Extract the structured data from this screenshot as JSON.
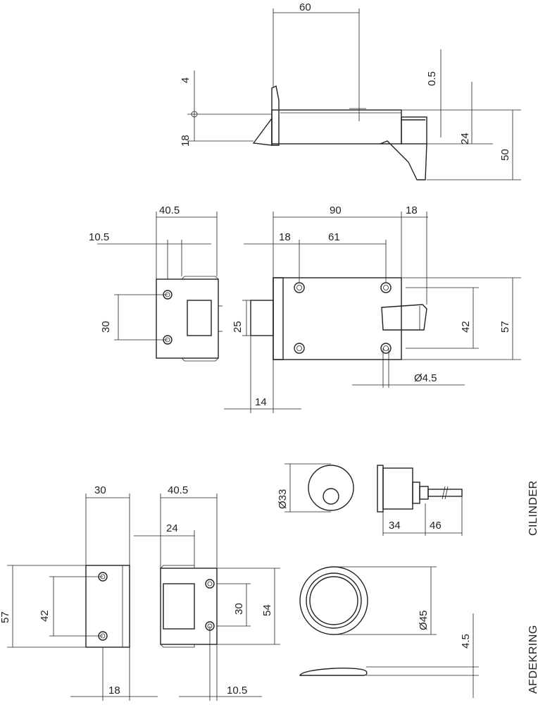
{
  "side_view": {
    "dim_width": "60",
    "dim_height_total": "50",
    "dim_upper_gap": "0.5",
    "dim_latch_height": "24",
    "dim_plate_thickness": "4",
    "dim_plate_offset": "18"
  },
  "front_view": {
    "keeper_width": "40.5",
    "keeper_offset": "10.5",
    "keeper_hole_spacing": "30",
    "body_width": "90",
    "latch_projection": "18",
    "hole_offset_left": "18",
    "hole_spacing": "61",
    "cylinder_width": "25",
    "body_height": "57",
    "hole_spacing_vertical": "42",
    "hole_diameter": "Ø4.5",
    "flange_depth": "14"
  },
  "keeper_views": {
    "keeper_a_width": "30",
    "keeper_a_height": "57",
    "keeper_a_hole_spacing": "42",
    "keeper_a_depth": "18",
    "keeper_b_width": "40.5",
    "keeper_b_inner": "24",
    "keeper_b_hole_spacing": "30",
    "keeper_b_height": "54",
    "keeper_b_offset": "10.5"
  },
  "cylinder": {
    "label": "CILINDER",
    "diameter": "Ø33",
    "body_length": "34",
    "tail_length": "46"
  },
  "rosette": {
    "label": "AFDEKRING",
    "diameter": "Ø45",
    "thickness": "4.5"
  }
}
